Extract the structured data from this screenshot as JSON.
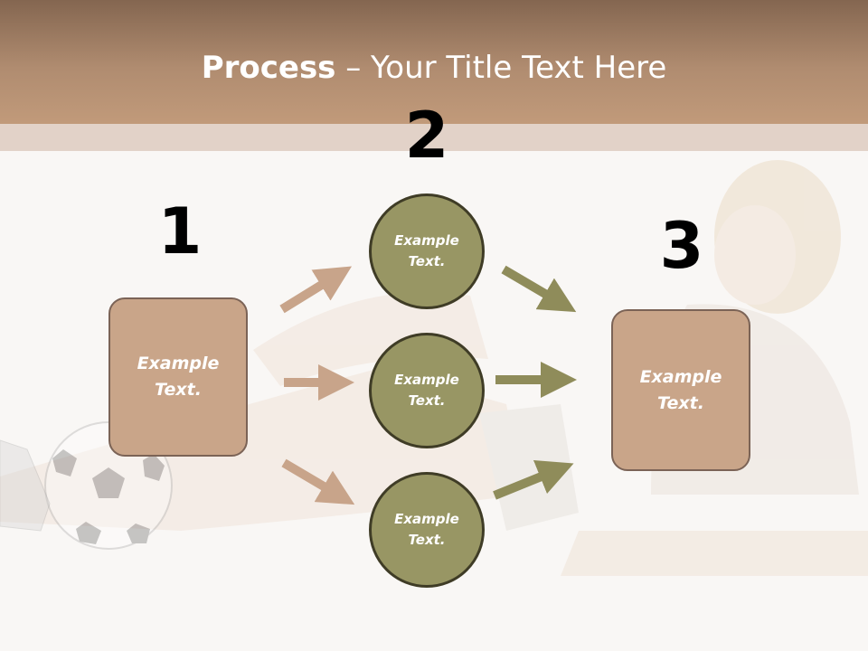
{
  "title": {
    "bold": "Process",
    "rest": " – Your Title Text Here"
  },
  "steps": [
    {
      "number": "1",
      "text_line1": "Example",
      "text_line2": "Text."
    },
    {
      "number": "2",
      "nodes": [
        {
          "text_line1": "Example",
          "text_line2": "Text."
        },
        {
          "text_line1": "Example",
          "text_line2": "Text."
        },
        {
          "text_line1": "Example",
          "text_line2": "Text."
        }
      ]
    },
    {
      "number": "3",
      "text_line1": "Example",
      "text_line2": "Text."
    }
  ],
  "colors": {
    "header": "#b08c70",
    "band": "#e2d2c8",
    "box_fill": "#c9a589",
    "circle_fill": "#989664",
    "arrow_tan": "#c8a48a",
    "arrow_olive": "#8f8c5a"
  }
}
